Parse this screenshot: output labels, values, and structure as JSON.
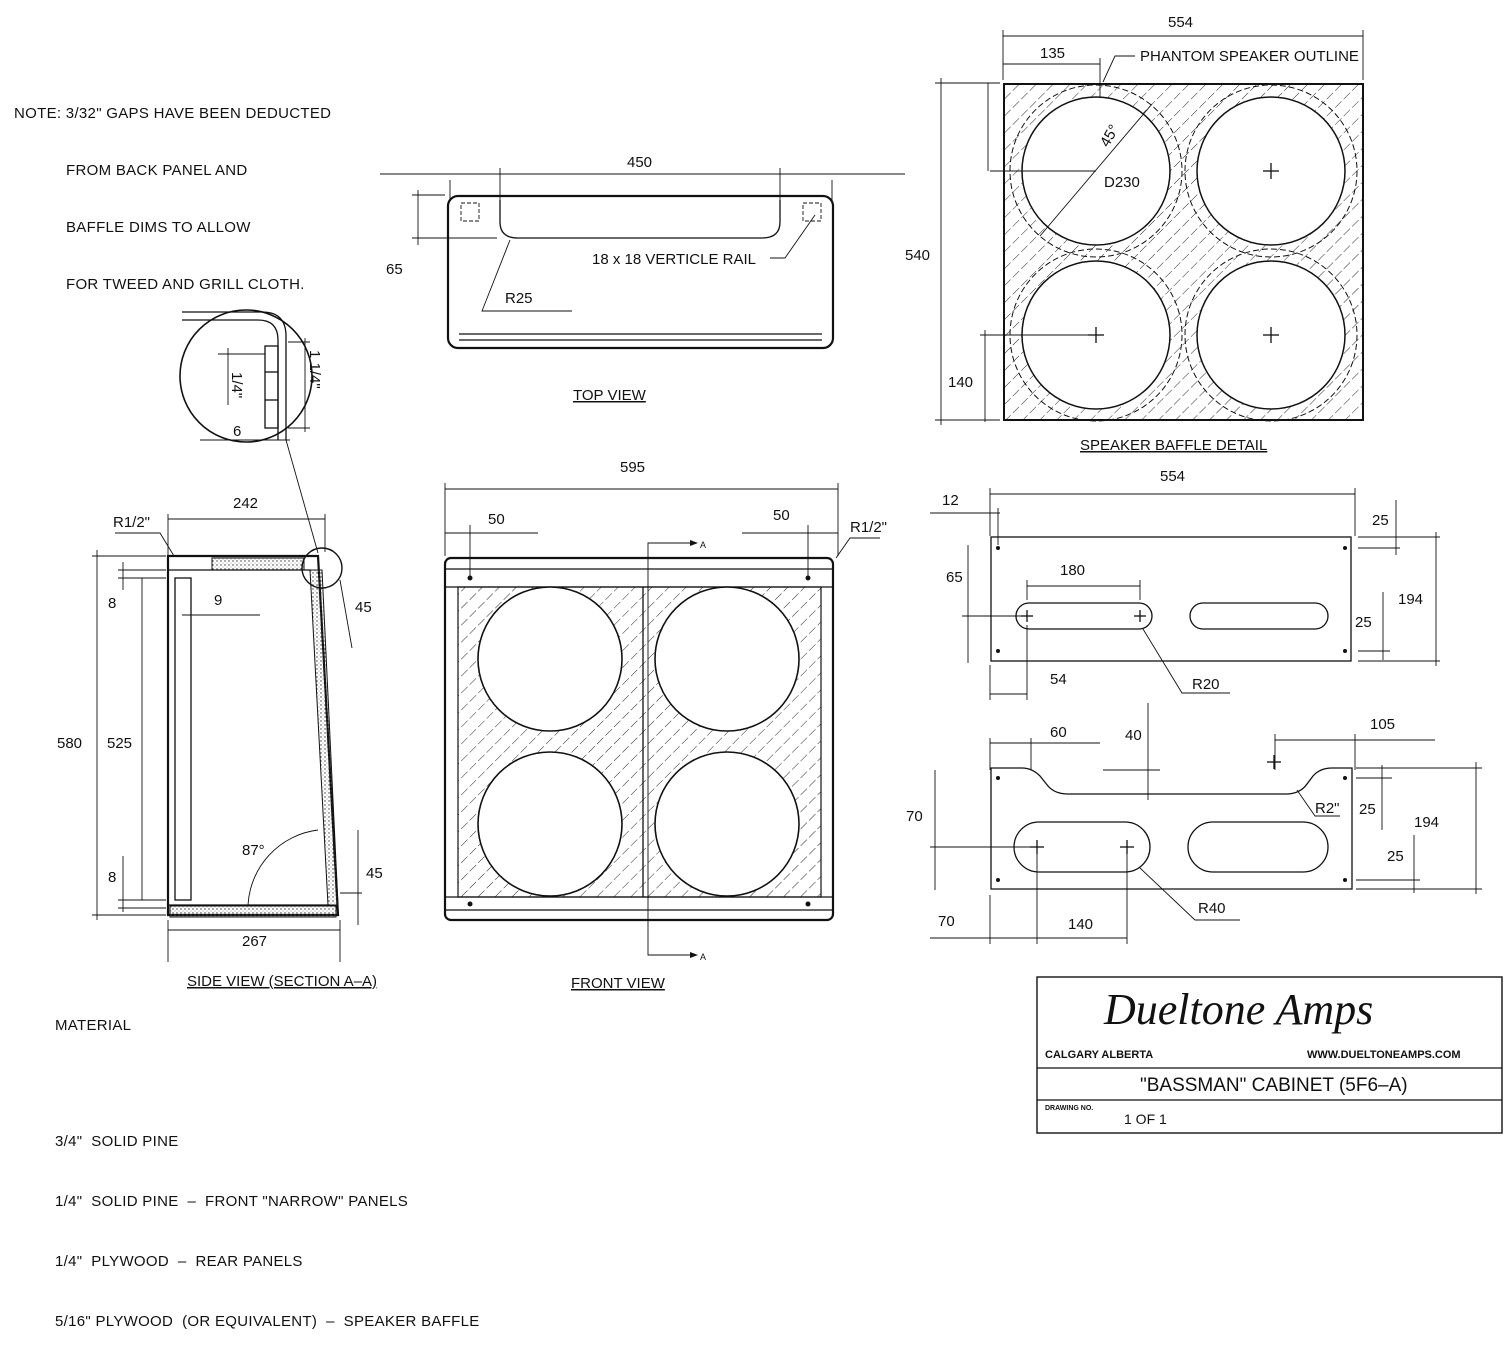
{
  "note": {
    "lines": [
      "NOTE: 3/32\" GAPS HAVE BEEN DEDUCTED",
      "FROM BACK PANEL AND",
      "BAFFLE DIMS TO ALLOW",
      "FOR TWEED AND GRILL CLOTH."
    ]
  },
  "top_view": {
    "title": "TOP VIEW",
    "width": "450",
    "depth": "65",
    "radius": "R25",
    "rail": "18 x 18  VERTICLE RAIL"
  },
  "baffle_detail": {
    "title": "SPEAKER BAFFLE DETAIL",
    "width": "554",
    "offset": "135",
    "phantom": "PHANTOM SPEAKER OUTLINE",
    "height": "540",
    "angle": "45°",
    "diameter": "D230",
    "bottom": "140"
  },
  "detail_circle": {
    "inch_a": "1/4\"",
    "inch_b": "1 1/4\"",
    "six": "6"
  },
  "side_view": {
    "title": "SIDE VIEW (SECTION A–A)",
    "top_depth": "242",
    "radius": "R1/2\"",
    "top_gap": "8",
    "rail": "9",
    "slant_top": "45",
    "height": "580",
    "inner": "525",
    "angle": "87°",
    "bottom_gap": "8",
    "slant_bottom": "45",
    "bottom_depth": "267"
  },
  "front_view": {
    "title": "FRONT VIEW",
    "width": "595",
    "left": "50",
    "right": "50",
    "radius": "R1/2\"",
    "section_a": "A"
  },
  "panel_top": {
    "width": "554",
    "left": "12",
    "right_top": "25",
    "height": "194",
    "offset": "65",
    "slot": "180",
    "right_mid": "25",
    "left_slot": "54",
    "radius": "R20"
  },
  "panel_bottom": {
    "a": "60",
    "b": "40",
    "c": "105",
    "radius": "R2\"",
    "left": "70",
    "mid": "25",
    "height": "194",
    "low": "25",
    "bottom_left": "70",
    "spacing": "140",
    "slot_radius": "R40"
  },
  "material": {
    "heading": "MATERIAL",
    "items": [
      "3/4\"  SOLID PINE",
      "1/4\"  SOLID PINE  –  FRONT \"NARROW\" PANELS",
      "1/4\"  PLYWOOD  –  REAR PANELS",
      "5/16\" PLYWOOD  (OR EQUIVALENT)  –  SPEAKER BAFFLE"
    ]
  },
  "title_block": {
    "logo": "Dueltone Amps",
    "city": "CALGARY ALBERTA",
    "url": "WWW.DUELTONEAMPS.COM",
    "title": "\"BASSMAN\"  CABINET  (5F6–A)",
    "drawing_label": "DRAWING NO.",
    "sheet": "1  OF  1"
  }
}
